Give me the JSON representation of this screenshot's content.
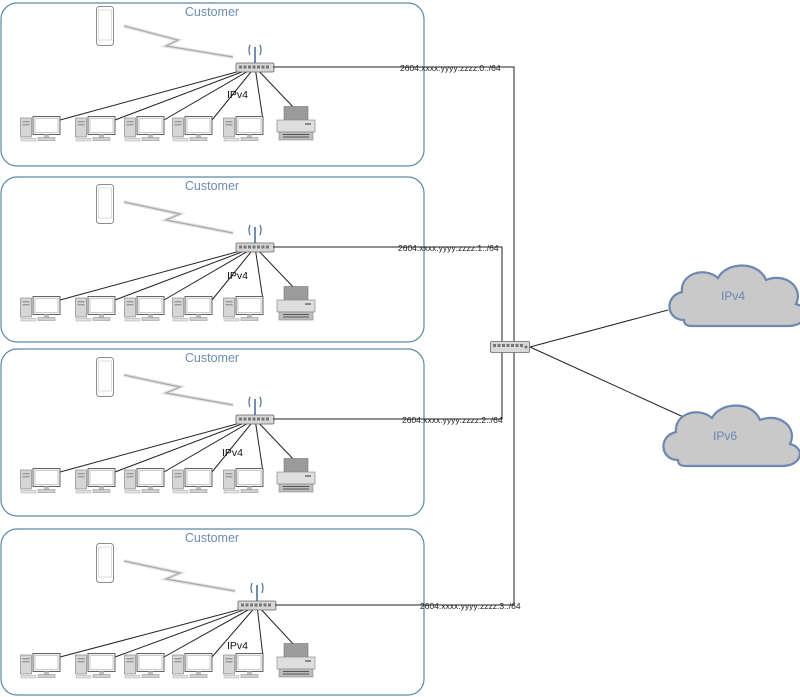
{
  "customer_label": "Customer",
  "ipv4_label": "IPv4",
  "panels": [
    {
      "subnet": "2604:xxxx:yyyy:zzzz:0::/64"
    },
    {
      "subnet": "2604:xxxx:yyyy:zzzz:1::/64"
    },
    {
      "subnet": "2604:xxxx:yyyy:zzzz:2::/64"
    },
    {
      "subnet": "2604:xxxx:yyyy:zzzz:3::/64"
    }
  ],
  "clouds": [
    {
      "label": "IPv4"
    },
    {
      "label": "IPv6"
    }
  ],
  "colors": {
    "panel_border": "#5a8ba6",
    "title_text": "#6b8db0",
    "cloud_fill": "#c9c9c9",
    "cloud_stroke": "#6f87b3",
    "device_gray": "#cfcfcf"
  }
}
